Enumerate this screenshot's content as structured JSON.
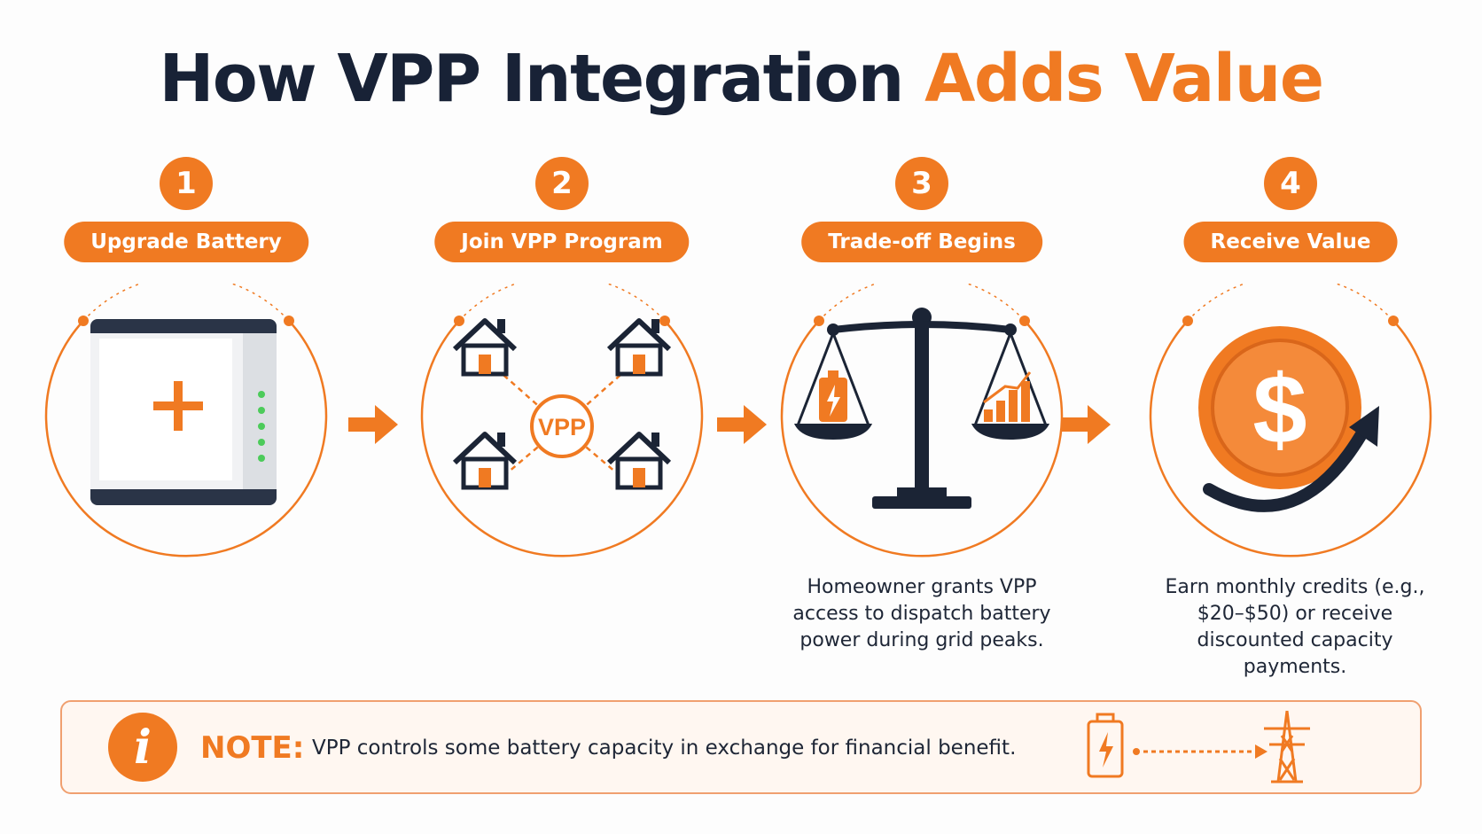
{
  "title": {
    "dark": "How VPP Integration",
    "accent": "Adds Value"
  },
  "steps": [
    {
      "number": "1",
      "label": "Upgrade Battery",
      "icon": "battery-unit-icon",
      "description": ""
    },
    {
      "number": "2",
      "label": "Join VPP Program",
      "icon": "vpp-network-icon",
      "center_text": "VPP",
      "description": ""
    },
    {
      "number": "3",
      "label": "Trade-off Begins",
      "icon": "balance-scale-icon",
      "description": "Homeowner grants VPP access to dispatch battery power during grid peaks."
    },
    {
      "number": "4",
      "label": "Receive Value",
      "icon": "dollar-coin-icon",
      "description": "Earn monthly credits (e.g., $20–$50) or receive discounted capacity payments."
    }
  ],
  "note": {
    "label": "NOTE:",
    "text": "VPP controls some battery capacity in exchange for financial benefit.",
    "icon": "info-icon",
    "graphic": "battery-to-grid-icon"
  },
  "colors": {
    "accent": "#f07a22",
    "dark": "#182236",
    "note_bg": "#fff7f1"
  }
}
